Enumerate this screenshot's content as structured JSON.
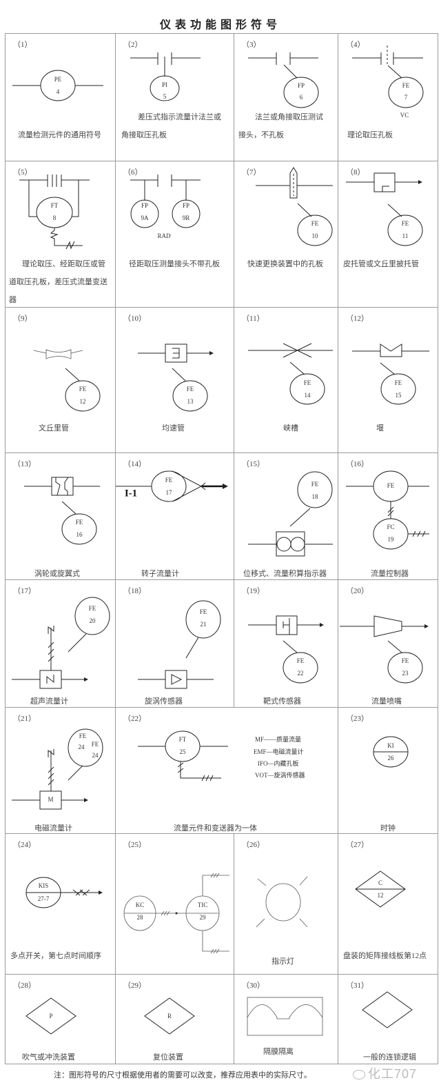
{
  "title": "仪表功能图形符号",
  "footnote": "注：图形符号的尺寸根据使用者的需要可以改变，推荐应用表中的实际尺寸。",
  "watermark": "化工707",
  "cells": [
    {
      "num": "（1）",
      "caption": [
        "流量检测元件的通用符号"
      ],
      "tag": [
        "PE",
        "4"
      ]
    },
    {
      "num": "（2）",
      "caption": [
        "差压式指示流量计法兰或",
        "角接取压孔板"
      ],
      "tag": [
        "PI",
        "5"
      ]
    },
    {
      "num": "（3）",
      "caption": [
        "法兰或角接取压测试",
        "接头，不孔板"
      ],
      "tag": [
        "FP",
        "6"
      ]
    },
    {
      "num": "（4）",
      "caption": [
        "理论取压孔板"
      ],
      "tag": [
        "FE",
        "7"
      ],
      "extra": "VC"
    },
    {
      "num": "（5）",
      "caption": [
        "理论取压、经距取压或管",
        "道取压孔板，差压式流量变送",
        "器"
      ],
      "tag": [
        "FT",
        "8"
      ]
    },
    {
      "num": "（6）",
      "caption": [
        "径距取压测量接头不带孔板"
      ],
      "tag": [
        "FP",
        "9A",
        "FP",
        "9R"
      ],
      "extra": "RAD"
    },
    {
      "num": "（7）",
      "caption": [
        "快速更换装置中的孔板"
      ],
      "tag": [
        "FE",
        "10"
      ]
    },
    {
      "num": "（8）",
      "caption": [
        "皮托管或文丘里披托管"
      ],
      "tag": [
        "FE",
        "11"
      ]
    },
    {
      "num": "（9）",
      "caption": [
        "文丘里管"
      ],
      "tag": [
        "FE",
        "12"
      ]
    },
    {
      "num": "（10）",
      "caption": [
        "均速管"
      ],
      "tag": [
        "FE",
        "13"
      ]
    },
    {
      "num": "（11）",
      "caption": [
        "峡槽"
      ],
      "tag": [
        "FE",
        "14"
      ]
    },
    {
      "num": "（12）",
      "caption": [
        "堰"
      ],
      "tag": [
        "FE",
        "15"
      ]
    },
    {
      "num": "（13）",
      "caption": [
        "涡轮或旋翼式"
      ],
      "tag": [
        "FE",
        "16"
      ]
    },
    {
      "num": "（14）",
      "caption": [
        "转子流量计"
      ],
      "tag": [
        "FE",
        "17"
      ],
      "extra": "I-1"
    },
    {
      "num": "（15）",
      "caption": [
        "位移式、流量积算指示器"
      ],
      "tag": [
        "FE",
        "18"
      ]
    },
    {
      "num": "（16）",
      "caption": [
        "流量控制器"
      ],
      "tag": [
        "FE",
        "FC",
        "19"
      ]
    },
    {
      "num": "（17）",
      "caption": [
        "超声流量计"
      ],
      "tag": [
        "FE",
        "20"
      ]
    },
    {
      "num": "（18）",
      "caption": [
        "旋涡传感器"
      ],
      "tag": [
        "FE",
        "21"
      ]
    },
    {
      "num": "（19）",
      "caption": [
        "靶式传感器"
      ],
      "tag": [
        "FE",
        "22"
      ]
    },
    {
      "num": "（20）",
      "caption": [
        "流量喷嘴"
      ],
      "tag": [
        "FE",
        "23"
      ]
    },
    {
      "num": "（21）",
      "caption": [
        "电磁流量计"
      ],
      "tag": [
        "FE",
        "24",
        "FE",
        "24"
      ],
      "extra": "M"
    },
    {
      "num": "（22）",
      "caption": [
        "流量元件和变送器为一体"
      ],
      "tag": [
        "FT",
        "25"
      ],
      "legend": [
        "MF——质量流量",
        "EMF—电磁流量计",
        "IFO—内藏孔板",
        "VOT—旋涡传感器"
      ]
    },
    {
      "num": "（23）",
      "caption": [
        "时钟"
      ],
      "tag": [
        "KI",
        "26"
      ]
    },
    {
      "num": "（24）",
      "caption": [
        "多点开关，第七点时间顺序"
      ],
      "tag": [
        "KIS",
        "27-7"
      ]
    },
    {
      "num": "（25）",
      "caption": [],
      "tag": [
        "KC",
        "28",
        "TIC",
        "29"
      ]
    },
    {
      "num": "（26）",
      "caption": [
        "指示灯"
      ],
      "tag": []
    },
    {
      "num": "（27）",
      "caption": [
        "盘装的矩阵接线板第12点"
      ],
      "tag": [
        "C",
        "12"
      ]
    },
    {
      "num": "（28）",
      "caption": [
        "吹气或冲洗装置"
      ],
      "tag": [
        "P"
      ]
    },
    {
      "num": "（29）",
      "caption": [
        "复位装置"
      ],
      "tag": [
        "R"
      ]
    },
    {
      "num": "（30）",
      "caption": [
        "隔膜隔离"
      ],
      "tag": []
    },
    {
      "num": "（31）",
      "caption": [
        "一般的连锁逻辑"
      ],
      "tag": []
    }
  ]
}
